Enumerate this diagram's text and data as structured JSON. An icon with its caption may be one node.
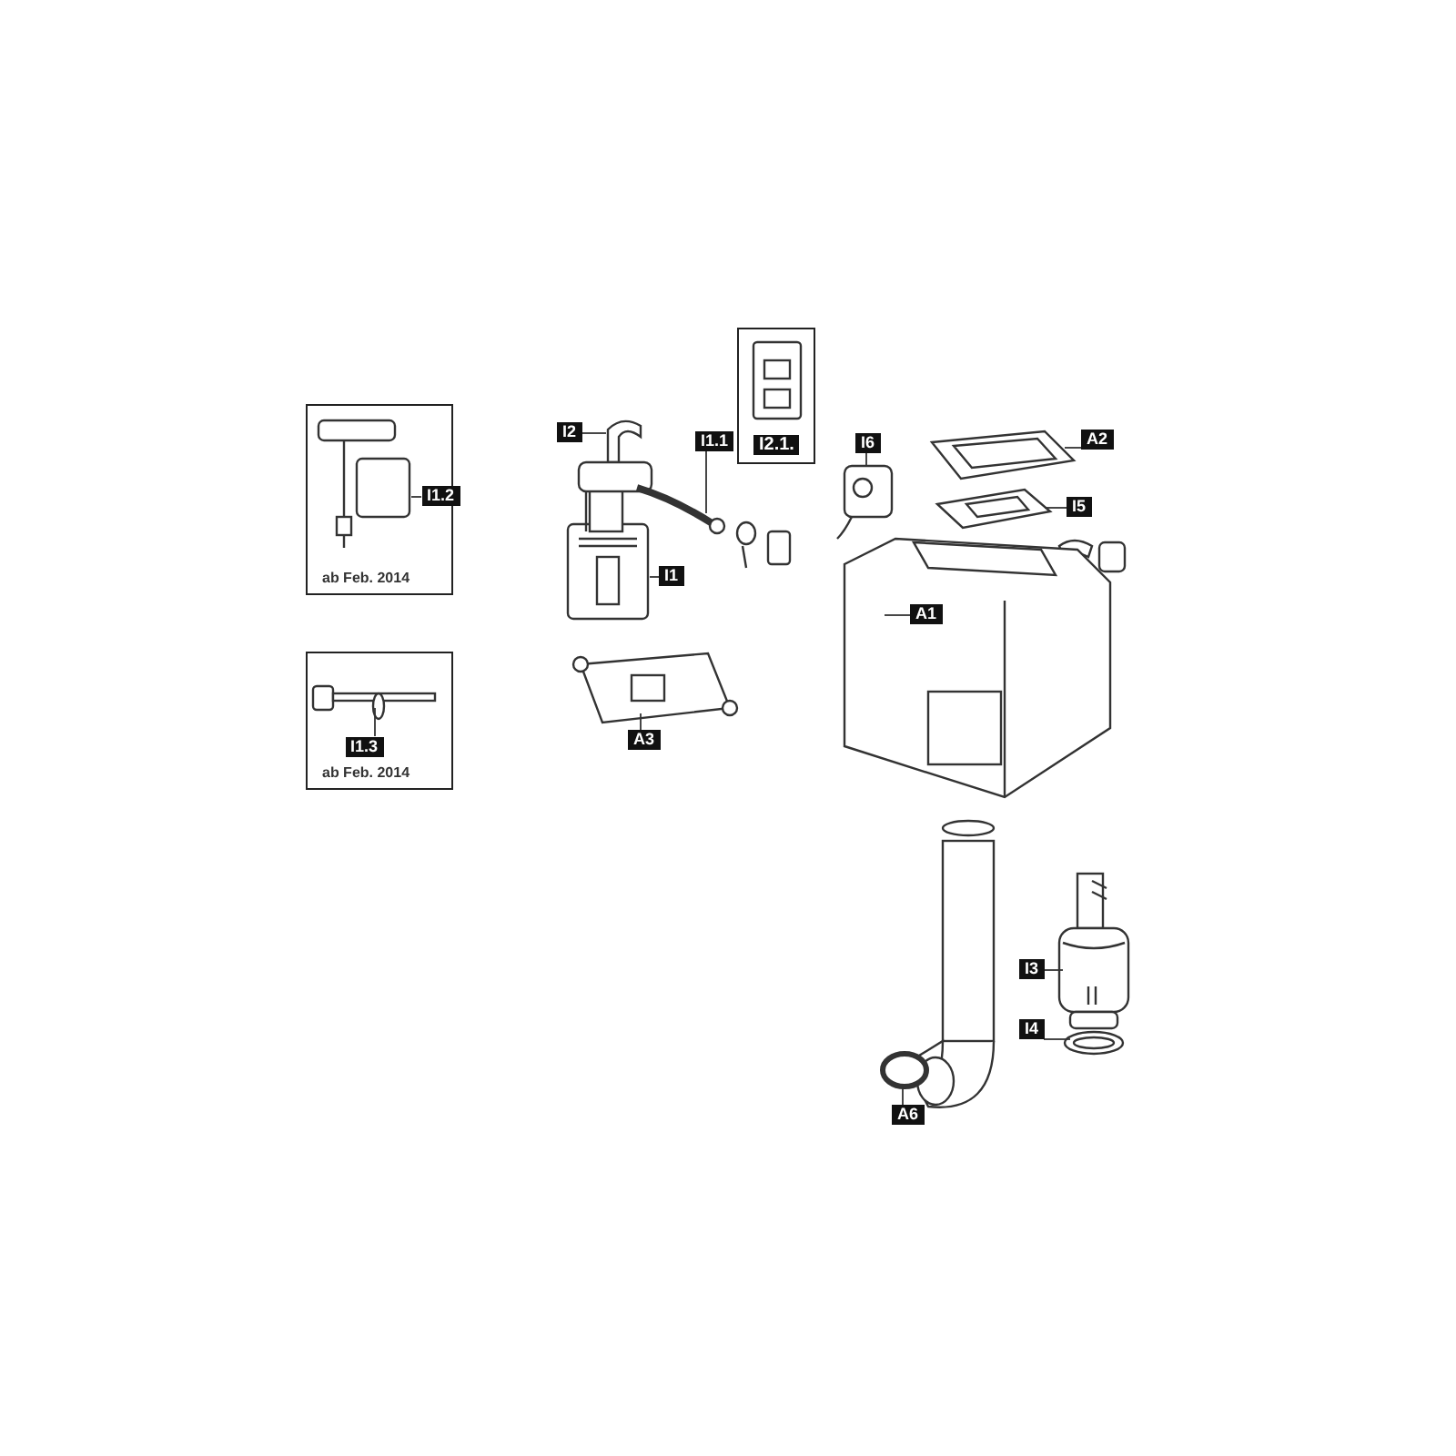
{
  "diagram": {
    "nodes": [
      {
        "text": [
          "ab Feb. 2014"
        ]
      },
      {
        "text": [
          "I1.2"
        ],
        "in": 0
      },
      {
        "text": [],
        "shape": "picture",
        "in": 0
      },
      {
        "text": [
          "ab Feb. 2014"
        ]
      },
      {
        "text": [
          "I1.3"
        ],
        "in": 3
      },
      {
        "text": [],
        "shape": "picture",
        "in": 3
      },
      {
        "text": [
          "I2.1."
        ]
      },
      {
        "text": [],
        "shape": "picture",
        "in": 6
      },
      {
        "text": [
          "I2"
        ]
      },
      {
        "text": [],
        "shape": "picture"
      },
      {
        "text": [
          "I1"
        ]
      },
      {
        "text": [],
        "shape": "picture"
      },
      {
        "text": [
          "I1.1"
        ]
      },
      {
        "text": [],
        "shape": "picture"
      },
      {
        "text": [
          "A3"
        ]
      },
      {
        "text": [],
        "shape": "picture"
      },
      {
        "text": [
          "I6"
        ]
      },
      {
        "text": [],
        "shape": "picture"
      },
      {
        "text": [
          "A2"
        ]
      },
      {
        "text": [],
        "shape": "picture"
      },
      {
        "text": [
          "I5"
        ]
      },
      {
        "text": [],
        "shape": "picture"
      },
      {
        "text": [
          "A1"
        ],
        "in": 23
      },
      {
        "text": [],
        "shape": "picture"
      },
      {
        "text": [
          "I3"
        ]
      },
      {
        "text": [],
        "shape": "picture"
      },
      {
        "text": [
          "I4"
        ]
      },
      {
        "text": [],
        "shape": "picture"
      },
      {
        "text": [
          "A6"
        ]
      },
      {
        "text": [],
        "shape": "picture"
      }
    ],
    "edges": [
      {
        "from": 1,
        "to": 2,
        "arrow": "none"
      },
      {
        "from": 4,
        "to": 5,
        "arrow": "none"
      },
      {
        "from": 8,
        "to": 9,
        "arrow": "none"
      },
      {
        "from": 10,
        "to": 11,
        "arrow": "none"
      },
      {
        "from": 12,
        "to": 13,
        "arrow": "none"
      },
      {
        "from": 14,
        "to": 15,
        "arrow": "none"
      },
      {
        "from": 16,
        "to": 17,
        "arrow": "none"
      },
      {
        "from": 18,
        "to": 19,
        "arrow": "none"
      },
      {
        "from": 20,
        "to": 21,
        "arrow": "none"
      },
      {
        "from": 22,
        "to": 23,
        "arrow": "none"
      },
      {
        "from": 24,
        "to": 25,
        "arrow": "none"
      },
      {
        "from": 26,
        "to": 27,
        "arrow": "none"
      },
      {
        "from": 28,
        "to": 29,
        "arrow": "none"
      }
    ]
  }
}
